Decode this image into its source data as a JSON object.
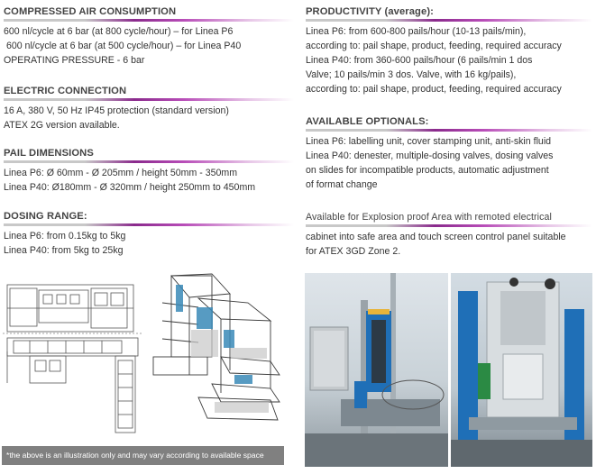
{
  "left": {
    "air": {
      "title": "COMPRESSED AIR CONSUMPTION",
      "lines": [
        "600 nl/cycle at 6 bar (at 800 cycle/hour) – for Linea P6",
        " 600 nl/cycle at 6 bar (at 500 cycle/hour) – for Linea P40",
        "OPERATING PRESSURE - 6 bar"
      ]
    },
    "electric": {
      "title": "ELECTRIC CONNECTION",
      "lines": [
        "16 A, 380 V, 50 Hz IP45 protection (standard version)",
        "ATEX 2G version available."
      ]
    },
    "pail": {
      "title": "PAIL DIMENSIONS",
      "lines": [
        "Linea P6: Ø 60mm - Ø 205mm / height 50mm - 350mm",
        "Linea P40: Ø180mm - Ø 320mm / height 250mm to 450mm"
      ]
    },
    "dosing": {
      "title": "DOSING RANGE:",
      "lines": [
        "Linea P6: from 0.15kg to 5kg",
        "Linea P40: from 5kg to 25kg"
      ]
    },
    "caption": "*the above is an illustration only and may vary according to available space"
  },
  "right": {
    "productivity": {
      "title": "PRODUCTIVITY (average):",
      "lines": [
        "Linea P6: from 600-800 pails/hour (10-13 pails/min),",
        "according to: pail shape, product, feeding, required accuracy",
        "Linea P40: from 360-600 pails/hour (6 pails/min 1 dos",
        "Valve; 10 pails/min 3 dos. Valve, with 16 kg/pails),",
        "according to: pail shape, product, feeding, required accuracy"
      ]
    },
    "optionals": {
      "title": "AVAILABLE OPTIONALS:",
      "lines": [
        "Linea P6: labelling unit, cover stamping unit, anti-skin fluid",
        "Linea P40: denester, multiple-dosing valves, dosing valves",
        "on slides for incompatible products, automatic adjustment",
        "of format change"
      ]
    },
    "explosion": {
      "title": "Available for Explosion proof Area with remoted electrical",
      "lines": [
        "cabinet into safe area and touch screen control panel suitable",
        "for ATEX 3GD Zone 2."
      ]
    }
  },
  "colors": {
    "accent": "#8a2a8c",
    "caption_bg": "#808080",
    "text": "#333333"
  }
}
